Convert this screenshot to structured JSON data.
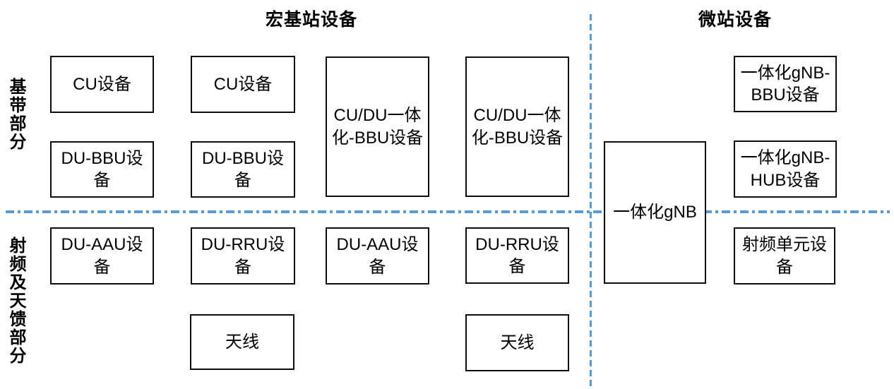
{
  "colors": {
    "divider_blue": "#5B9BD5",
    "box_border": "#0D0D0D",
    "background": "#FFFFFF"
  },
  "row_labels": {
    "baseband": "基带部分",
    "rf_antenna": "射频及天馈部分"
  },
  "macro": {
    "title": "宏基站设备",
    "boxes": {
      "cu_1": "CU设备",
      "cu_2": "CU设备",
      "cudu_bbu_1": "CU/DU一体\n化-BBU设备",
      "cudu_bbu_2": "CU/DU一体\n化-BBU设备",
      "du_bbu_1": "DU-BBU设\n备",
      "du_bbu_2": "DU-BBU设\n备",
      "du_aau_1": "DU-AAU设\n备",
      "du_rru_1": "DU-RRU设\n备",
      "du_aau_2": "DU-AAU设\n备",
      "du_rru_2": "DU-RRU设\n备",
      "antenna_1": "天线",
      "antenna_2": "天线"
    }
  },
  "micro": {
    "title": "微站设备",
    "boxes": {
      "gnb": "一体化gNB",
      "gnb_bbu": "一体化gNB-\nBBU设备",
      "gnb_hub": "一体化gNB-\nHUB设备",
      "rf_unit": "射频单元设\n备"
    }
  }
}
